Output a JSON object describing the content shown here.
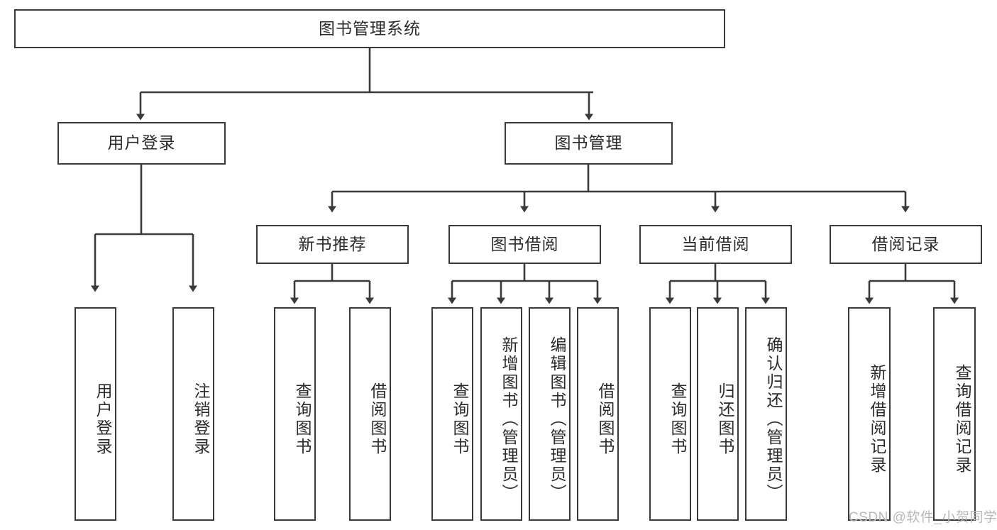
{
  "diagram": {
    "title_node": {
      "label": "图书管理系统"
    },
    "level1": [
      {
        "id": "user-login",
        "label": "用户登录"
      },
      {
        "id": "book-management",
        "label": "图书管理"
      }
    ],
    "level2": [
      {
        "id": "new-book-recommend",
        "label": "新书推荐"
      },
      {
        "id": "book-borrow",
        "label": "图书借阅"
      },
      {
        "id": "current-borrow",
        "label": "当前借阅"
      },
      {
        "id": "borrow-record",
        "label": "借阅记录"
      }
    ],
    "leaves": [
      {
        "id": "leaf-user-login",
        "label": "用户登录"
      },
      {
        "id": "leaf-user-logout",
        "label": "注销登录"
      },
      {
        "id": "leaf-query-book-1",
        "label": "查询图书"
      },
      {
        "id": "leaf-borrow-book-1",
        "label": "借阅图书"
      },
      {
        "id": "leaf-query-book-2",
        "label": "查询图书"
      },
      {
        "id": "leaf-add-book",
        "label": "新增图书（管理员）"
      },
      {
        "id": "leaf-edit-book",
        "label": "编辑图书（管理员）"
      },
      {
        "id": "leaf-borrow-book-2",
        "label": "借阅图书"
      },
      {
        "id": "leaf-query-book-3",
        "label": "查询图书"
      },
      {
        "id": "leaf-return-book",
        "label": "归还图书"
      },
      {
        "id": "leaf-confirm-return",
        "label": "确认归还（管理员）"
      },
      {
        "id": "leaf-add-record",
        "label": "新增借阅记录"
      },
      {
        "id": "leaf-query-record",
        "label": "查询借阅记录"
      }
    ],
    "watermark": "CSDN @软件_小贺同学",
    "colors": {
      "stroke": "#3a3a3a",
      "text": "#2b2b2b",
      "background": "#ffffff",
      "watermark": "#b9b9b9"
    }
  }
}
